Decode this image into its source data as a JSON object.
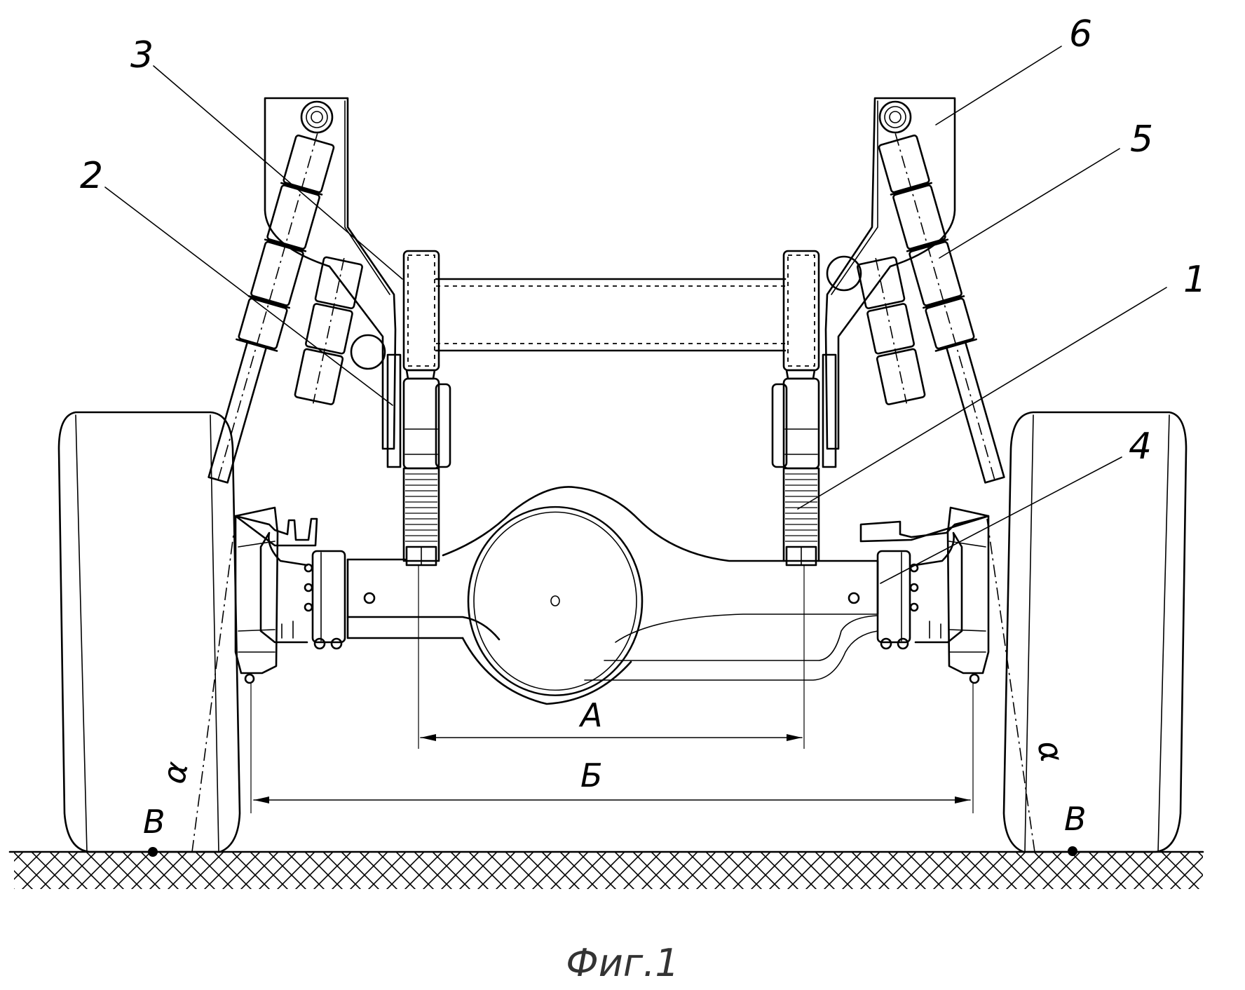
{
  "figure": {
    "caption": "Фиг.1",
    "description": "Rear axle suspension: front view with twin shock absorbers, brackets, frame and wheels on ground",
    "line_color": "#000000",
    "background": "#ffffff"
  },
  "callouts": [
    {
      "id": "1",
      "label": "1",
      "part": "spring / bellows element (right)"
    },
    {
      "id": "2",
      "label": "2",
      "part": "bracket (left)"
    },
    {
      "id": "3",
      "label": "3",
      "part": "frame side member (left)"
    },
    {
      "id": "4",
      "label": "4",
      "part": "axle hub flange (right)"
    },
    {
      "id": "5",
      "label": "5",
      "part": "shock absorber (right)"
    },
    {
      "id": "6",
      "label": "6",
      "part": "upper mounting bracket (right)"
    }
  ],
  "dimensions": {
    "A": {
      "label": "А",
      "meaning": "spring track"
    },
    "B": {
      "label": "Б",
      "meaning": "wheel track"
    }
  },
  "points": {
    "left": {
      "label": "В"
    },
    "right": {
      "label": "В"
    }
  },
  "angles": {
    "left": {
      "label": "α"
    },
    "right": {
      "label": "α"
    }
  }
}
